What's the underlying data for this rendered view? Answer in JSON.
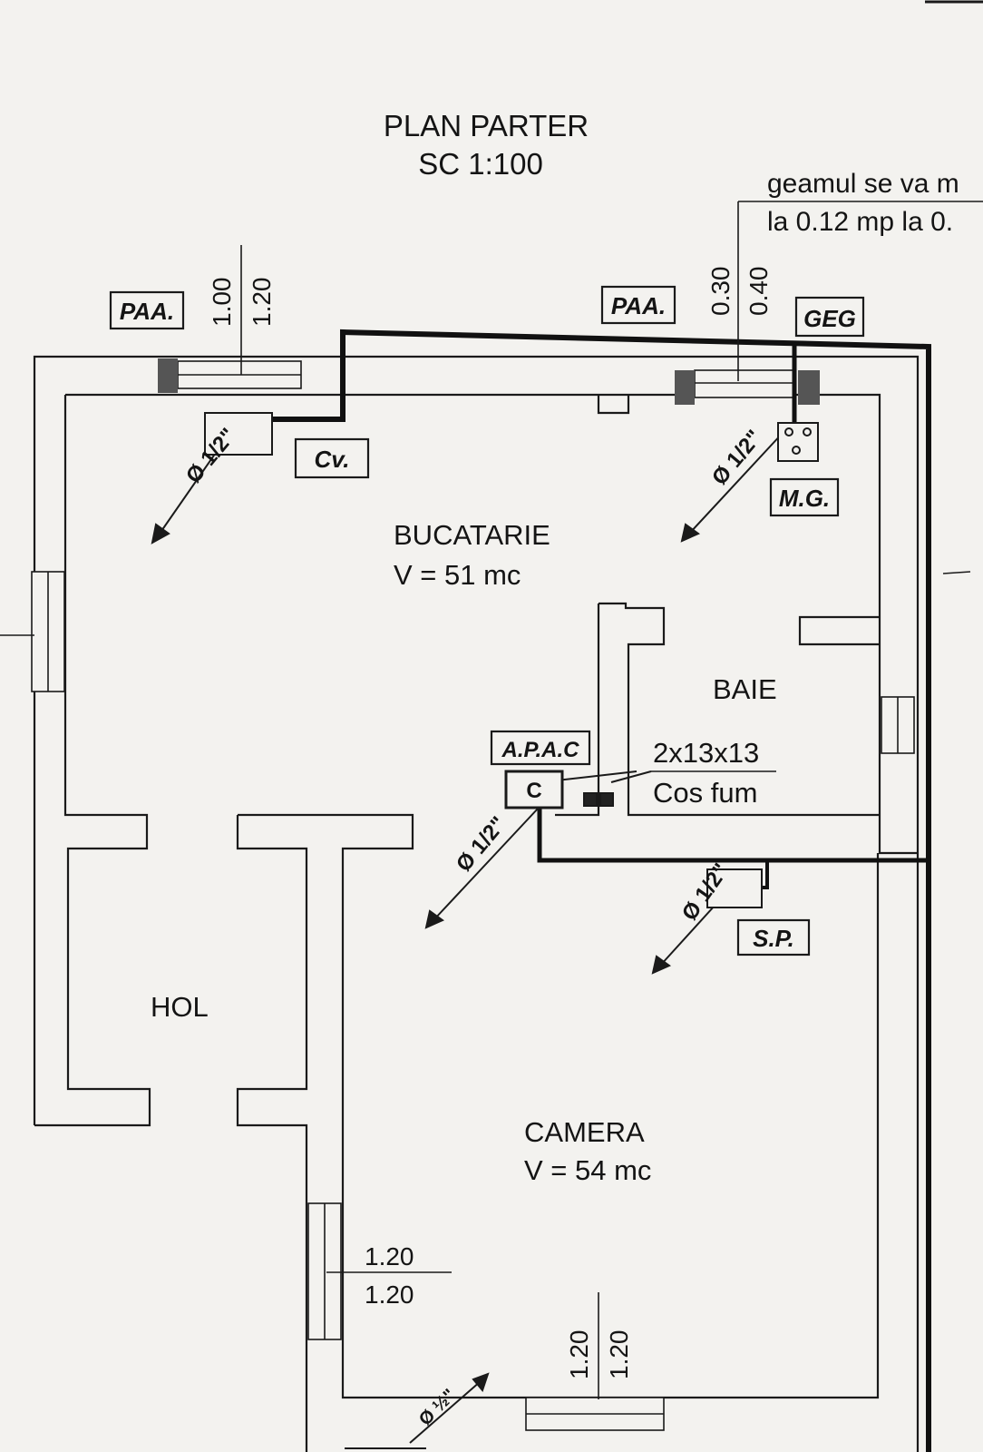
{
  "title": {
    "line1": "PLAN PARTER",
    "line2": "SC 1:100"
  },
  "note": {
    "line1": "geamul se va m",
    "line2": "la 0.12 mp la 0."
  },
  "tags": {
    "paa_left": "PAA.",
    "paa_right": "PAA.",
    "geg": "GEG",
    "cv": "Cv.",
    "mg": "M.G.",
    "apac": "A.P.A.C",
    "sp": "S.P."
  },
  "rooms": {
    "bucatarie": {
      "name": "BUCATARIE",
      "volume": "V = 51 mc"
    },
    "baie": {
      "name": "BAIE"
    },
    "hol": {
      "name": "HOL"
    },
    "camera": {
      "name": "CAMERA",
      "volume": "V = 54 mc"
    }
  },
  "chimney": {
    "size": "2x13x13",
    "label": "Cos fum"
  },
  "dims": {
    "win_left_a": "1.00",
    "win_left_b": "1.20",
    "win_right_a": "0.30",
    "win_right_b": "0.40",
    "camera_left_top": "1.20",
    "camera_left_bottom": "1.20",
    "camera_bottom_a": "1.20",
    "camera_bottom_b": "1.20"
  },
  "pipes": {
    "p1": "Ø 1/2\"",
    "p2": "Ø 1/2\"",
    "p3": "Ø 1/2\"",
    "p4": "Ø 1/2\"",
    "p5": "Ø ½\""
  },
  "icons": {
    "apac_symbol": "C"
  }
}
